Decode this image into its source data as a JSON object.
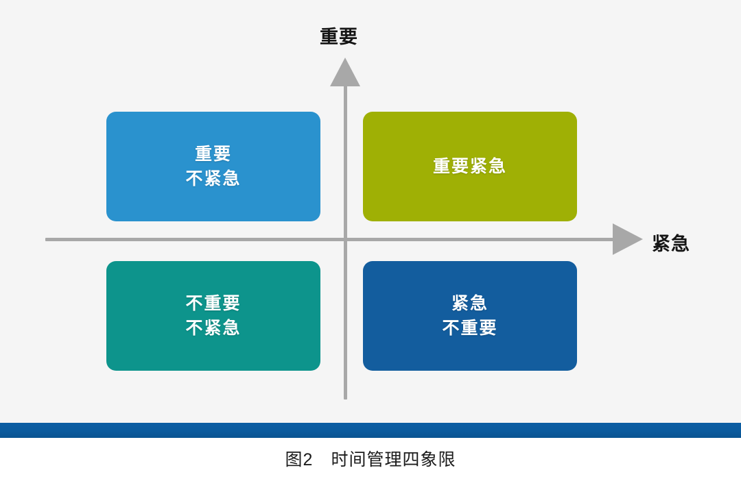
{
  "figure": {
    "caption": "图2　时间管理四象限",
    "background_color": "#f5f5f5",
    "divider_color": "#0b5b9e"
  },
  "axes": {
    "vertical": {
      "label": "重要",
      "direction": "up",
      "color": "#a8a8a8",
      "arrow_icon": "arrow-up-icon"
    },
    "horizontal": {
      "label": "紧急",
      "direction": "right",
      "color": "#a8a8a8",
      "arrow_icon": "arrow-right-icon"
    }
  },
  "chart_data": {
    "type": "matrix",
    "title": "图2　时间管理四象限",
    "xlabel": "紧急",
    "ylabel": "重要",
    "quadrants": [
      {
        "id": "important-not-urgent",
        "position": "top-left",
        "lines": [
          "重要",
          "不紧急"
        ],
        "color": "#2a92ce"
      },
      {
        "id": "important-urgent",
        "position": "top-right",
        "lines": [
          "重要紧急"
        ],
        "color": "#9fb005"
      },
      {
        "id": "not-important-not-urgent",
        "position": "bottom-left",
        "lines": [
          "不重要",
          "不紧急"
        ],
        "color": "#0d948c"
      },
      {
        "id": "urgent-not-important",
        "position": "bottom-right",
        "lines": [
          "紧急",
          "不重要"
        ],
        "color": "#135d9e"
      }
    ]
  }
}
